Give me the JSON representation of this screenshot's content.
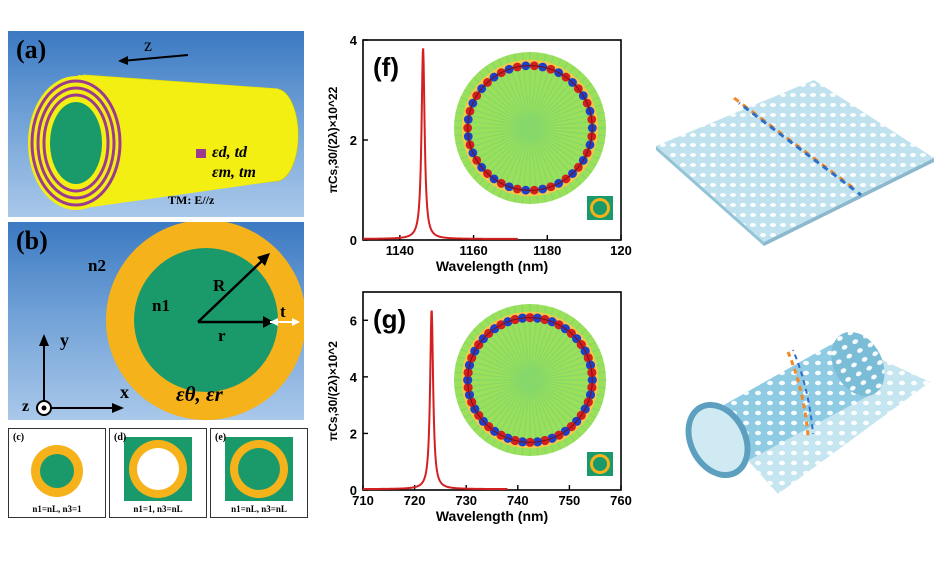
{
  "panel_a": {
    "label": "(a)",
    "axis": "z",
    "legend": [
      {
        "text": "εd, td",
        "color": "#9b3b8f"
      },
      {
        "text": "εm, tm",
        "color": "#f4ef12"
      }
    ],
    "note": "TM: E//z"
  },
  "panel_b": {
    "label": "(b)",
    "n_outer": "n2",
    "n_inner": "n1",
    "R": "R",
    "r": "r",
    "t": "t",
    "eps": "εθ, εr",
    "axis_y": "y",
    "axis_x": "x",
    "axis_z": "z"
  },
  "mini_panels": [
    {
      "label": "(c)",
      "caption": "n1=nL, n3=1"
    },
    {
      "label": "(d)",
      "caption": "n1=1, n3=nL"
    },
    {
      "label": "(e)",
      "caption": "n1=nL, n3=nL"
    }
  ],
  "colors": {
    "green": "#1a9a6a",
    "orange": "#f6b21a",
    "yellow": "#f4ef12",
    "purple": "#9b3b8f",
    "curve": "#d42020"
  },
  "chart_data": [
    {
      "type": "line",
      "panel_label": "(f)",
      "xlabel": "Wavelength (nm)",
      "ylabel": "πCs,30/(2λ)×10^22",
      "xlim": [
        1130,
        1200
      ],
      "ylim": [
        0,
        4
      ],
      "xtick_labels": [
        "1140",
        "1160",
        "1180",
        "120"
      ],
      "xticks": [
        1140,
        1160,
        1180,
        1200
      ],
      "yticks": [
        0,
        2,
        4
      ],
      "ytick_labels": [
        "0",
        "2",
        "4"
      ],
      "peak": {
        "x": 1146.3,
        "y": 3.85,
        "width": 1.0
      },
      "baseline": 0.02
    },
    {
      "type": "line",
      "panel_label": "(g)",
      "xlabel": "Wavelength (nm)",
      "ylabel": "πCs,30/(2λ)×10^2",
      "xlim": [
        710,
        760
      ],
      "ylim": [
        0,
        7
      ],
      "xtick_labels": [
        "710",
        "720",
        "730",
        "740",
        "750",
        "760"
      ],
      "xticks": [
        710,
        720,
        730,
        740,
        750,
        760
      ],
      "yticks": [
        0,
        2,
        4,
        6
      ],
      "ytick_labels": [
        "0",
        "2",
        "4",
        "6"
      ],
      "peak": {
        "x": 723.3,
        "y": 6.4,
        "width": 0.7
      },
      "baseline": 0.03
    }
  ]
}
